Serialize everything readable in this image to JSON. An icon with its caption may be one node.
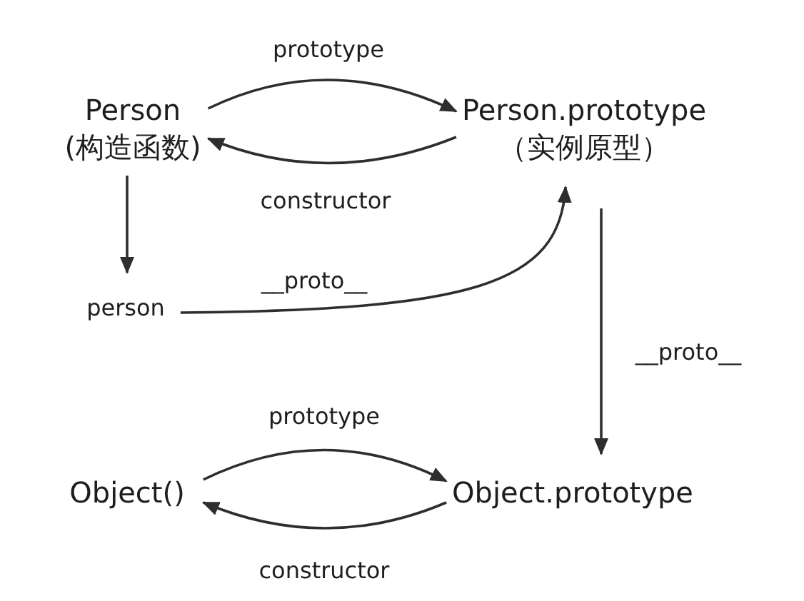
{
  "diagram": {
    "nodes": [
      {
        "text": [
          "Person",
          "(构造函数)"
        ]
      },
      {
        "text": [
          "Person.prototype",
          "（实例原型）"
        ]
      },
      {
        "text": [
          "person"
        ]
      },
      {
        "text": [
          "Object()"
        ]
      },
      {
        "text": [
          "Object.prototype"
        ]
      }
    ],
    "edges": [
      {
        "from": 0,
        "to": 1,
        "arrow": "to",
        "label": "prototype"
      },
      {
        "from": 1,
        "to": 0,
        "arrow": "to",
        "label": "constructor"
      },
      {
        "from": 0,
        "to": 2,
        "arrow": "to"
      },
      {
        "from": 2,
        "to": 1,
        "arrow": "to",
        "label": "__proto__"
      },
      {
        "from": 1,
        "to": 4,
        "arrow": "to",
        "label": "__proto__"
      },
      {
        "from": 3,
        "to": 4,
        "arrow": "to",
        "label": "prototype"
      },
      {
        "from": 4,
        "to": 3,
        "arrow": "to",
        "label": "constructor"
      }
    ]
  }
}
